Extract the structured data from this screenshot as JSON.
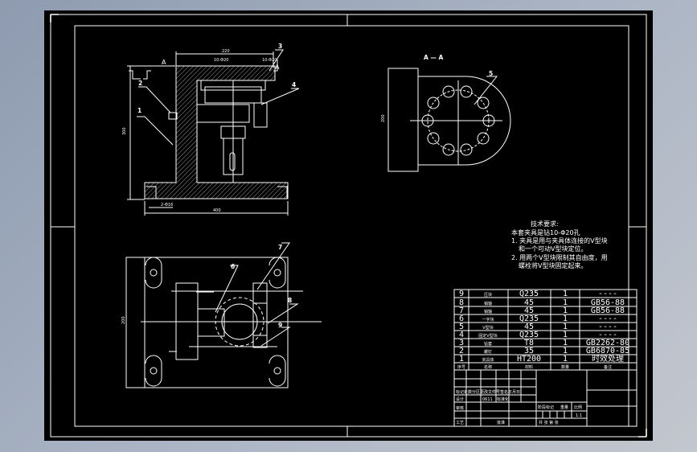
{
  "drawing": {
    "section_label": "A — A",
    "section_marker": "A",
    "callouts": [
      "1",
      "2",
      "3",
      "4",
      "5",
      "6",
      "7",
      "8",
      "9"
    ],
    "dimensions": {
      "top_width": "220",
      "height": "300",
      "base_width": "400",
      "side_height": "200",
      "top_height": "200",
      "bore_note_left": "10-Φ20",
      "bore_note_right": "10-Φ20",
      "base_hole": "2-Φ16"
    }
  },
  "tech_requirements": {
    "title": "技术要求:",
    "lines": [
      "本套夹具是钻10-Φ20孔",
      "1. 夹具是用与夹具体连接的V型块",
      "和一个可动V型块定位。",
      "2. 用两个V型块限制其自由度，用",
      "螺栓将V型块固定起来。"
    ]
  },
  "parts_list": {
    "headers": [
      "序号",
      "名称",
      "材料",
      "数量",
      "备注"
    ],
    "rows": [
      [
        "9",
        "压块",
        "Q235",
        "1",
        "----"
      ],
      [
        "8",
        "销轴",
        "45",
        "1",
        "GB56-88"
      ],
      [
        "7",
        "销轴",
        "45",
        "1",
        "GB56-88"
      ],
      [
        "6",
        "一字块",
        "Q235",
        "1",
        "----"
      ],
      [
        "5",
        "V型块",
        "45",
        "1",
        "----"
      ],
      [
        "4",
        "固定V型块",
        "Q235",
        "1",
        "----"
      ],
      [
        "3",
        "钻套",
        "T8",
        "1",
        "GB2262-80"
      ],
      [
        "2",
        "螺钉",
        "35",
        "1",
        "GB6870-85"
      ],
      [
        "1",
        "夹具体",
        "HT200",
        "1",
        "时效处理"
      ]
    ]
  },
  "title_block": {
    "revision_header": "标记处数分区更改文件号签名年月日",
    "designer_row": "设计",
    "date": "0611",
    "standardization": "标准化",
    "stage_mark": "阶段标记",
    "weight": "重量",
    "scale_label": "比例",
    "scale": "1:1",
    "reviewer": "审核",
    "process": "工艺",
    "approve": "批准",
    "sheets": "共  张  第  张"
  }
}
